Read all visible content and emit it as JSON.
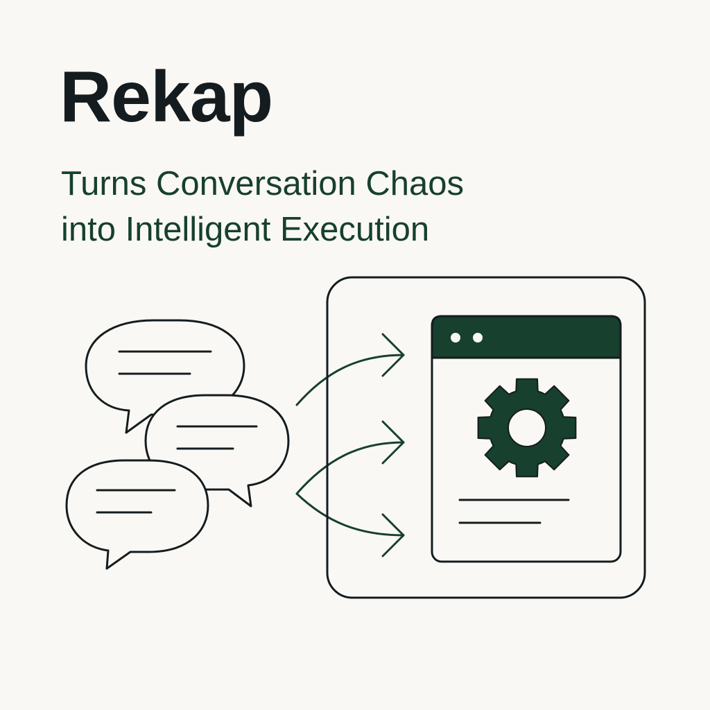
{
  "brand": {
    "name": "Rekap",
    "tagline_line1": "Turns Conversation Chaos",
    "tagline_line2": "into Intelligent Execution"
  },
  "colors": {
    "background": "#faf8f4",
    "ink": "#141c1f",
    "accent": "#17402e"
  },
  "icons": {
    "chat_bubbles": "speech-bubble-icon",
    "arrows": "curved-arrow-icon",
    "app_window": "browser-window-icon",
    "gear": "gear-icon"
  }
}
